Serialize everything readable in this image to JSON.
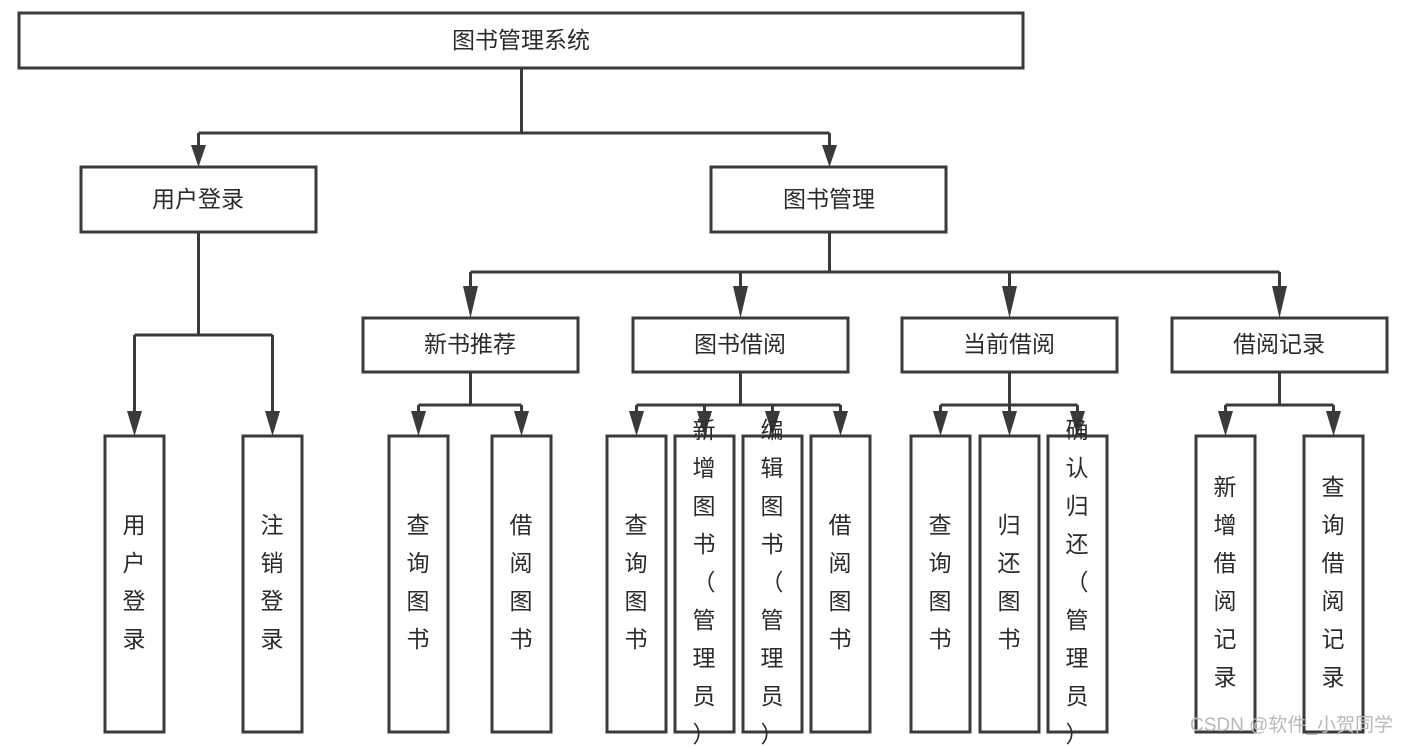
{
  "diagram": {
    "kind": "function-structure-tree",
    "title": "图书管理系统",
    "orientation": "top-down",
    "colors": {
      "background": "#ffffff",
      "box_stroke": "#3a3a3a",
      "box_fill": "#ffffff",
      "connector": "#3a3a3a",
      "text": "#2b2b2b",
      "watermark": "#b9b9b9"
    },
    "root": {
      "label": "图书管理系统",
      "text_orientation": "horizontal"
    },
    "level1": [
      {
        "id": "user-login",
        "label": "用户登录",
        "text_orientation": "horizontal"
      },
      {
        "id": "book-manage",
        "label": "图书管理",
        "text_orientation": "horizontal"
      }
    ],
    "level2": [
      {
        "id": "new-book-recommend",
        "label": "新书推荐",
        "parent": "book-manage",
        "text_orientation": "horizontal"
      },
      {
        "id": "book-borrow",
        "label": "图书借阅",
        "parent": "book-manage",
        "text_orientation": "horizontal"
      },
      {
        "id": "current-borrow",
        "label": "当前借阅",
        "parent": "book-manage",
        "text_orientation": "horizontal"
      },
      {
        "id": "borrow-record",
        "label": "借阅记录",
        "parent": "book-manage",
        "text_orientation": "horizontal"
      }
    ],
    "leaves": [
      {
        "id": "leaf-user-login",
        "label": "用户登录",
        "parent": "user-login",
        "text_orientation": "vertical"
      },
      {
        "id": "leaf-user-logout",
        "label": "注销登录",
        "parent": "user-login",
        "text_orientation": "vertical"
      },
      {
        "id": "leaf-query-book-1",
        "label": "查询图书",
        "parent": "new-book-recommend",
        "text_orientation": "vertical"
      },
      {
        "id": "leaf-borrow-book-1",
        "label": "借阅图书",
        "parent": "new-book-recommend",
        "text_orientation": "vertical"
      },
      {
        "id": "leaf-query-book-2",
        "label": "查询图书",
        "parent": "book-borrow",
        "text_orientation": "vertical"
      },
      {
        "id": "leaf-add-book-admin",
        "label": "新增图书（管理员）",
        "parent": "book-borrow",
        "text_orientation": "vertical"
      },
      {
        "id": "leaf-edit-book-admin",
        "label": "编辑图书（管理员）",
        "parent": "book-borrow",
        "text_orientation": "vertical"
      },
      {
        "id": "leaf-borrow-book-2",
        "label": "借阅图书",
        "parent": "book-borrow",
        "text_orientation": "vertical"
      },
      {
        "id": "leaf-query-book-3",
        "label": "查询图书",
        "parent": "current-borrow",
        "text_orientation": "vertical"
      },
      {
        "id": "leaf-return-book",
        "label": "归还图书",
        "parent": "current-borrow",
        "text_orientation": "vertical"
      },
      {
        "id": "leaf-confirm-return-admin",
        "label": "确认归还（管理员）",
        "parent": "current-borrow",
        "text_orientation": "vertical"
      },
      {
        "id": "leaf-add-borrow-record",
        "label": "新增借阅记录",
        "parent": "borrow-record",
        "text_orientation": "vertical"
      },
      {
        "id": "leaf-query-borrow-record",
        "label": "查询借阅记录",
        "parent": "borrow-record",
        "text_orientation": "vertical"
      }
    ]
  },
  "watermark": {
    "text": "CSDN @软件_小贺同学"
  }
}
